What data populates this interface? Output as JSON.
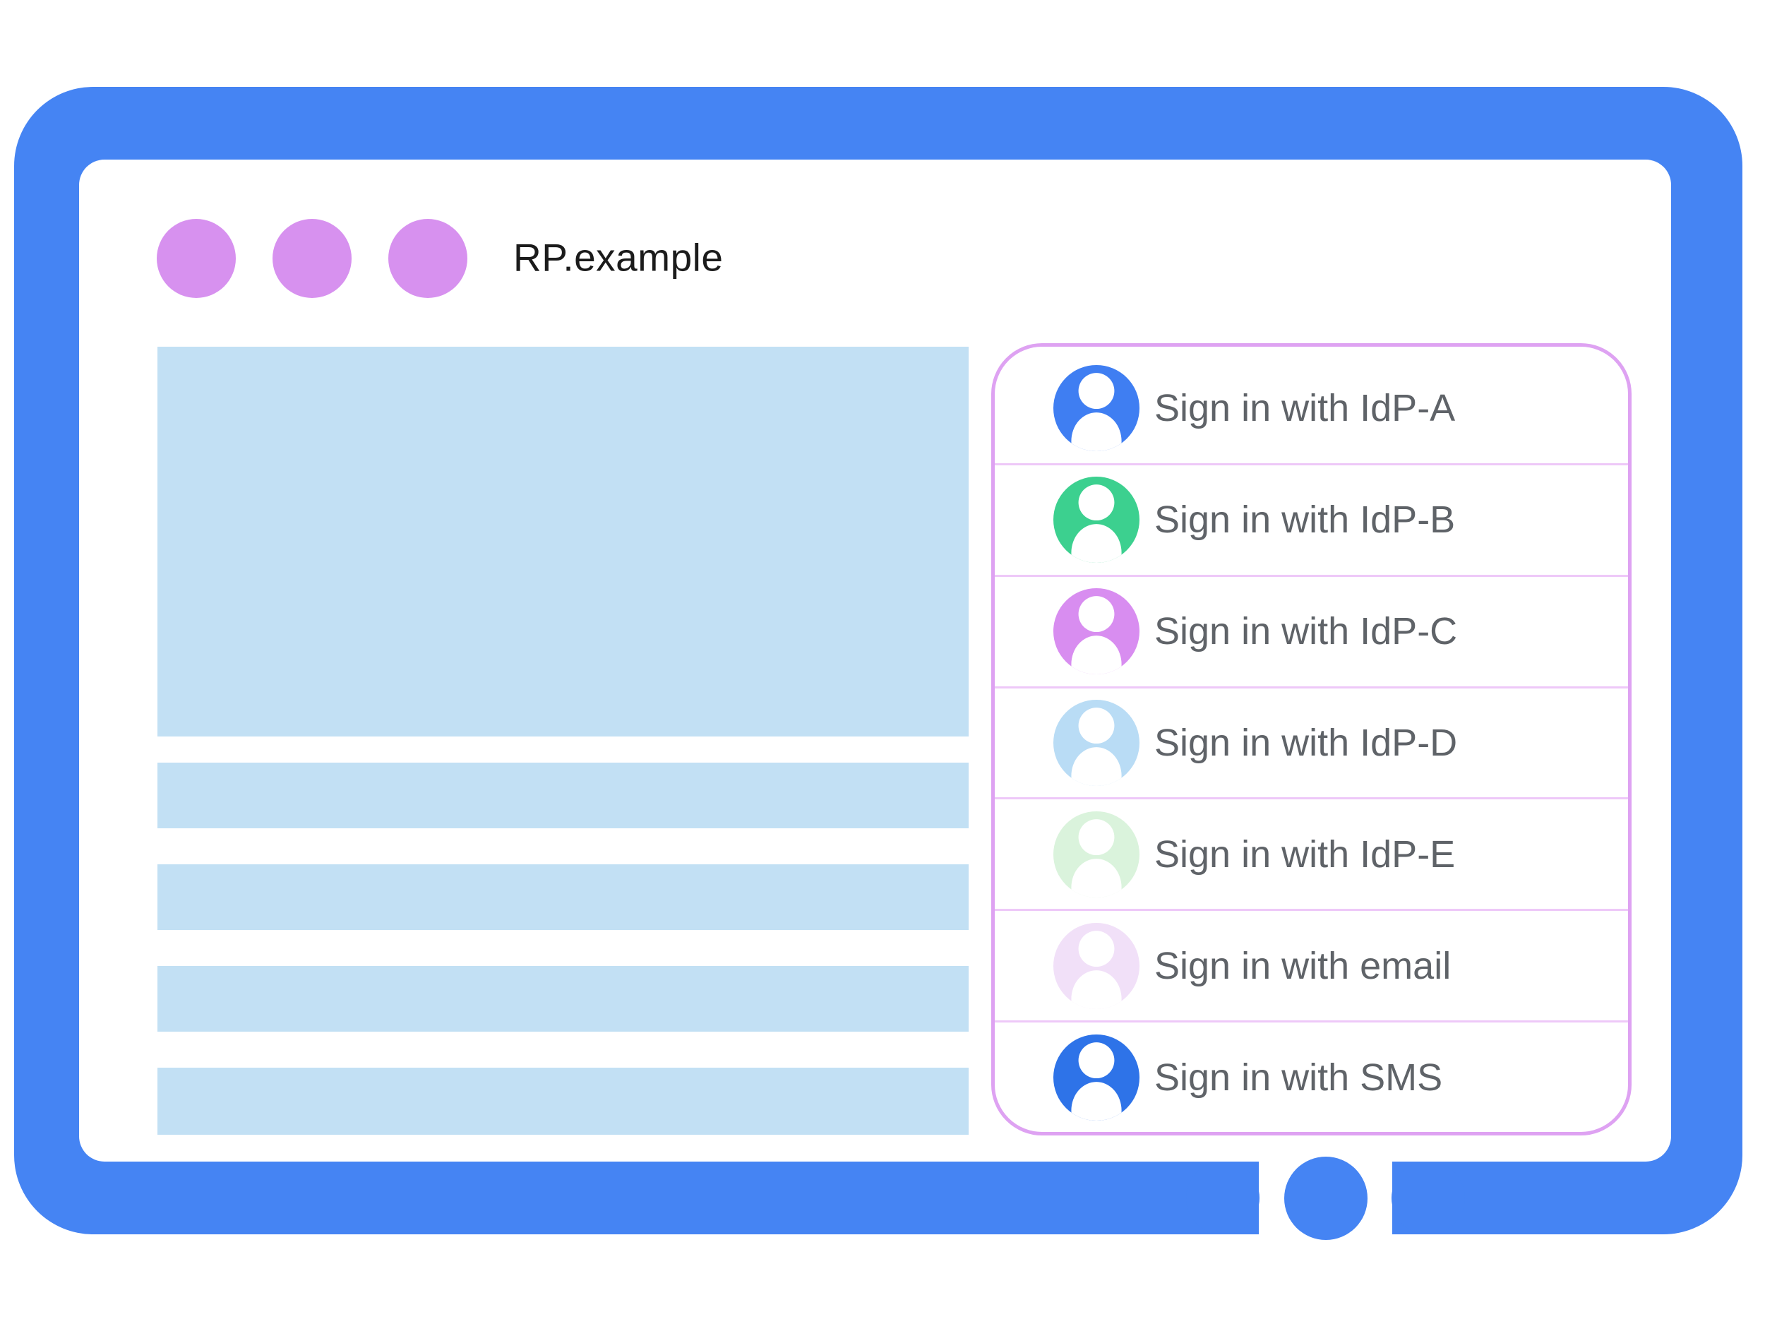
{
  "window": {
    "title": "RP.example",
    "dots": [
      "window-dot",
      "window-dot",
      "window-dot"
    ]
  },
  "signin_panel": {
    "items": [
      {
        "label": "Sign in with IdP-A",
        "avatar_icon": "person-circle",
        "avatar_color": "#3F7EF2"
      },
      {
        "label": "Sign in with IdP-B",
        "avatar_icon": "person-circle",
        "avatar_color": "#3CD08F"
      },
      {
        "label": "Sign in with IdP-C",
        "avatar_icon": "person-circle",
        "avatar_color": "#D88DF0"
      },
      {
        "label": "Sign in with IdP-D",
        "avatar_icon": "person-circle",
        "avatar_color": "#B9DCF5"
      },
      {
        "label": "Sign in with IdP-E",
        "avatar_icon": "person-circle",
        "avatar_color": "#DAF3DC"
      },
      {
        "label": "Sign in with email",
        "avatar_icon": "person-circle",
        "avatar_color": "#F1E0F8"
      },
      {
        "label": "Sign in with SMS",
        "avatar_icon": "person-circle",
        "avatar_color": "#2E73E8"
      }
    ]
  },
  "colors": {
    "frame": "#4584F3",
    "placeholder": "#C2E0F4",
    "window_dot": "#D791EF",
    "panel_border": "#DEA2F2",
    "row_divider": "#EEC8F8",
    "row_text": "#5F6368",
    "title_text": "#1B1B1B"
  }
}
